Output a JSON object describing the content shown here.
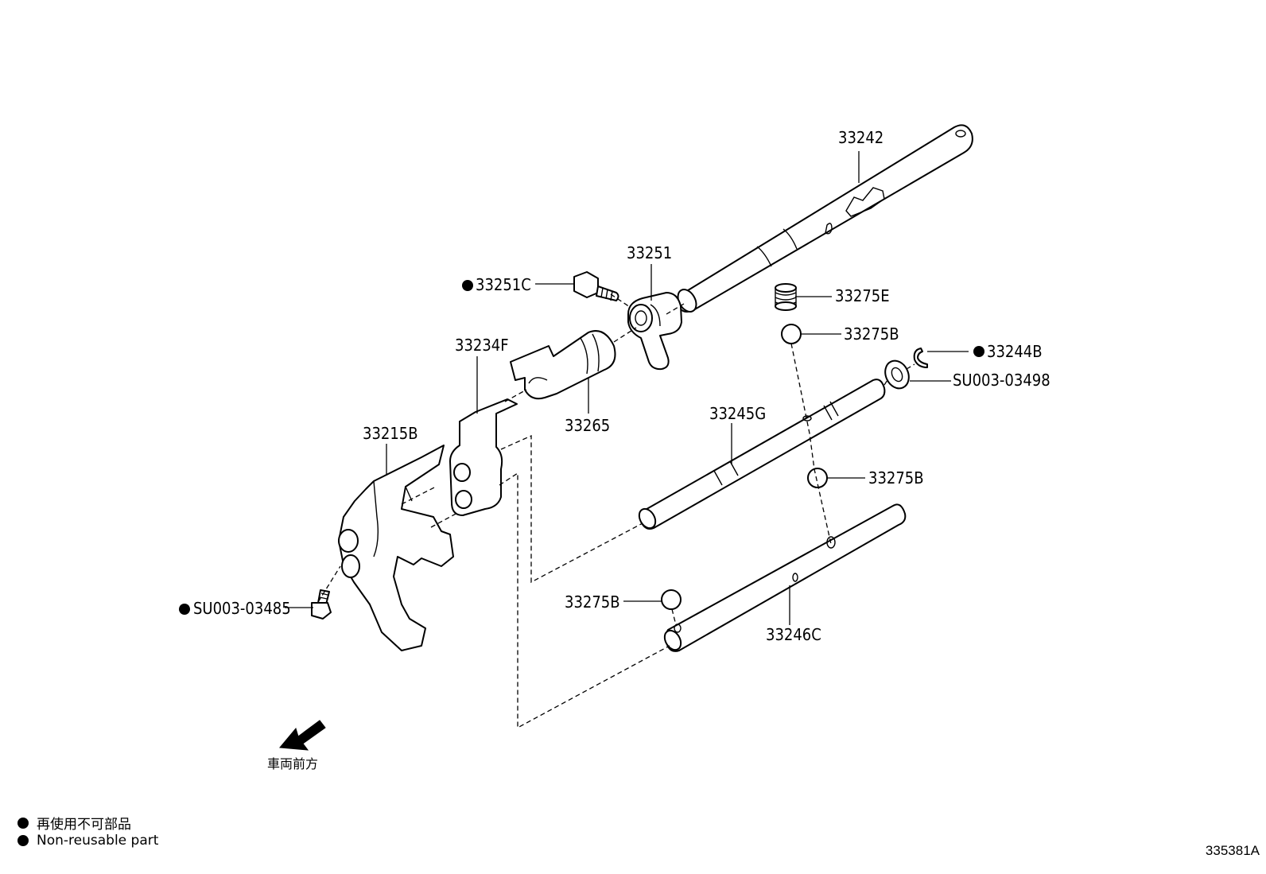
{
  "parts": {
    "p33242": "33242",
    "p33251": "33251",
    "p33251c": "33251C",
    "p33275e": "33275E",
    "p33275b_top": "33275B",
    "p33244b": "33244B",
    "psu03498": "SU003-03498",
    "p33234f": "33234F",
    "p33265": "33265",
    "p33245g": "33245G",
    "p33215b": "33215B",
    "p33275b_mid": "33275B",
    "p33275b_low": "33275B",
    "p33246c": "33246C",
    "psu03485": "SU003-03485"
  },
  "arrow_label": "車両前方",
  "legend": {
    "line_ja": "再使用不可部品",
    "line_en": "Non-reusable part"
  },
  "diagram_code": "335381A"
}
